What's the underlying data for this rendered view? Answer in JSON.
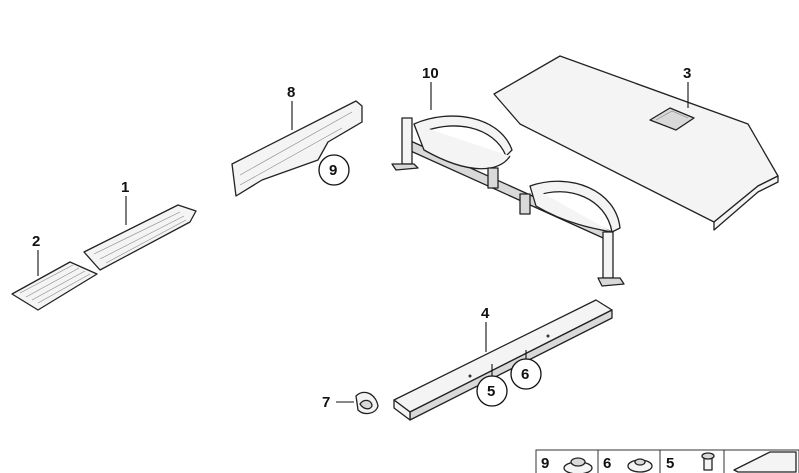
{
  "labels": {
    "l1": "1",
    "l2": "2",
    "l3": "3",
    "l4": "4",
    "l5": "5",
    "l6": "6",
    "l7": "7",
    "l8": "8",
    "l9": "9",
    "l10": "10"
  },
  "legend": {
    "items": [
      "9",
      "6",
      "5"
    ]
  }
}
